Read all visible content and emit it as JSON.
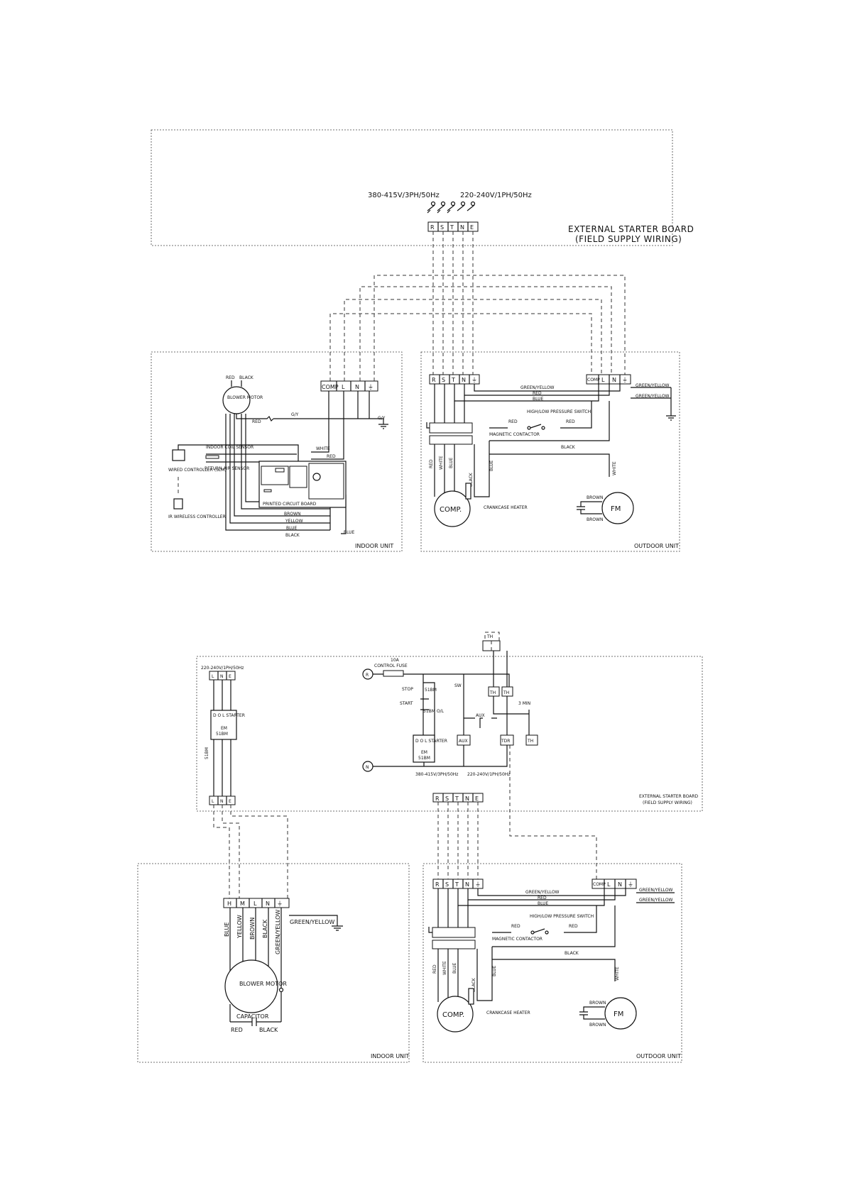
{
  "diagram1": {
    "supply_3ph": "380-415V/3PH/50Hz",
    "supply_1ph": "220-240V/1PH/50Hz",
    "starter_terminals": [
      "R",
      "S",
      "T",
      "N",
      "E"
    ],
    "starter_title": "EXTERNAL STARTER BOARD",
    "starter_subtitle": "(FIELD SUPPLY WIRING)",
    "indoor": {
      "unit_label": "INDOOR UNIT",
      "terminals": [
        "COMP",
        "L",
        "N",
        "⏚"
      ],
      "blower_motor": "BLOWER MOTOR",
      "wire_red": "RED",
      "wire_black": "BLACK",
      "wire_gy": "G/Y",
      "wire_white": "WHITE",
      "wire_blue": "BLUE",
      "wire_brown": "BROWN",
      "wire_yellow": "YELLOW",
      "indoor_coil_sensor": "INDOOR COIL SENSOR",
      "return_air_sensor": "RETURN AIR SENSOR",
      "wired_controller": "WIRED CONTROLLER (SLM)",
      "ir_controller": "IR WIRELESS CONTROLLER",
      "pcb": "PRINTED CIRCUIT BOARD"
    },
    "outdoor": {
      "unit_label": "OUTDOOR UNIT",
      "terminals": [
        "R",
        "S",
        "T",
        "N",
        "⏚"
      ],
      "terminals_right": [
        "COMP",
        "L",
        "N",
        "⏚"
      ],
      "green_yellow": "GREEN/YELLOW",
      "red": "RED",
      "blue": "BLUE",
      "white": "WHITE",
      "black": "BLACK",
      "brown": "BROWN",
      "pressure_switch": "HIGH/LOW PRESSURE SWITCH",
      "magnetic_contactor": "MAGNETIC CONTACTOR",
      "comp": "COMP.",
      "crankcase_heater": "CRANKCASE HEATER",
      "fm": "FM"
    }
  },
  "diagram2": {
    "supply_1ph": "220-240V/1PH/50Hz",
    "left_terminals": [
      "L",
      "N",
      "E"
    ],
    "dol_starter": "D O L STARTER",
    "dol_em": "EM",
    "dol_code": "51BM",
    "left_code": "51BM",
    "th_top": "TH",
    "fuse_rating": "10A",
    "control_fuse": "CONTROL FUSE",
    "r_node": "R",
    "n_node": "N",
    "stop": "STOP",
    "start": "START",
    "code_51bm": "51BM",
    "ol_code": "51BM O/L",
    "sw": "SW",
    "th": "TH",
    "aux": "AUX",
    "tdr": "TDR",
    "three_min": "3 MIN",
    "supply_3ph": "380-415V/3PH/50Hz",
    "supply_1ph_b": "220-240V/1PH/50Hz",
    "starter_terminals": [
      "R",
      "S",
      "T",
      "N",
      "E"
    ],
    "starter_title": "EXTERNAL STARTER BOARD",
    "starter_subtitle": "(FIELD SUPPLY WIRING)",
    "indoor": {
      "unit_label": "INDOOR UNIT",
      "terminals": [
        "H",
        "M",
        "L",
        "N",
        "⏚"
      ],
      "wires": [
        "BLUE",
        "YELLOW",
        "BROWN",
        "BLACK",
        "GREEN/YELLOW"
      ],
      "green_yellow": "GREEN/YELLOW",
      "blower_motor": "BLOWER MOTOR",
      "capacitor": "CAPACITOR",
      "cap_red": "RED",
      "cap_black": "BLACK"
    },
    "outdoor": {
      "unit_label": "OUTDOOR UNIT",
      "terminals": [
        "R",
        "S",
        "T",
        "N",
        "⏚"
      ],
      "terminals_right": [
        "COMP",
        "L",
        "N",
        "⏚"
      ],
      "green_yellow": "GREEN/YELLOW",
      "red": "RED",
      "blue": "BLUE",
      "white": "WHITE",
      "black": "BLACK",
      "brown": "BROWN",
      "pressure_switch": "HIGH/LOW PRESSURE SWITCH",
      "magnetic_contactor": "MAGNETIC CONTACTOR",
      "comp": "COMP.",
      "crankcase_heater": "CRANKCASE HEATER",
      "fm": "FM"
    }
  }
}
